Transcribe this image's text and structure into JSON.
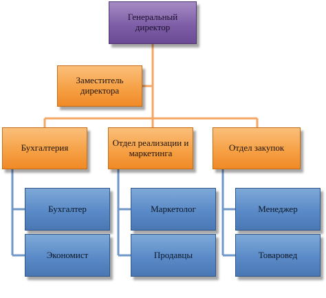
{
  "org": {
    "ceo": "Генеральный директор",
    "deputy": "Заместитель директора",
    "departments": [
      {
        "name": "Бухгалтерия",
        "staff": [
          "Бухгалтер",
          "Экономист"
        ]
      },
      {
        "name": "Отдел реализации и маркетинга",
        "staff": [
          "Маркетолог",
          "Продавцы"
        ]
      },
      {
        "name": "Отдел закупок",
        "staff": [
          "Менеджер",
          "Товаровед"
        ]
      }
    ]
  },
  "colors": {
    "top": "#7e5fa7",
    "mid": "#f6a146",
    "leaf": "#5a8ac7",
    "connector_orange": "#f4a664",
    "connector_blue": "#6f96c8"
  }
}
